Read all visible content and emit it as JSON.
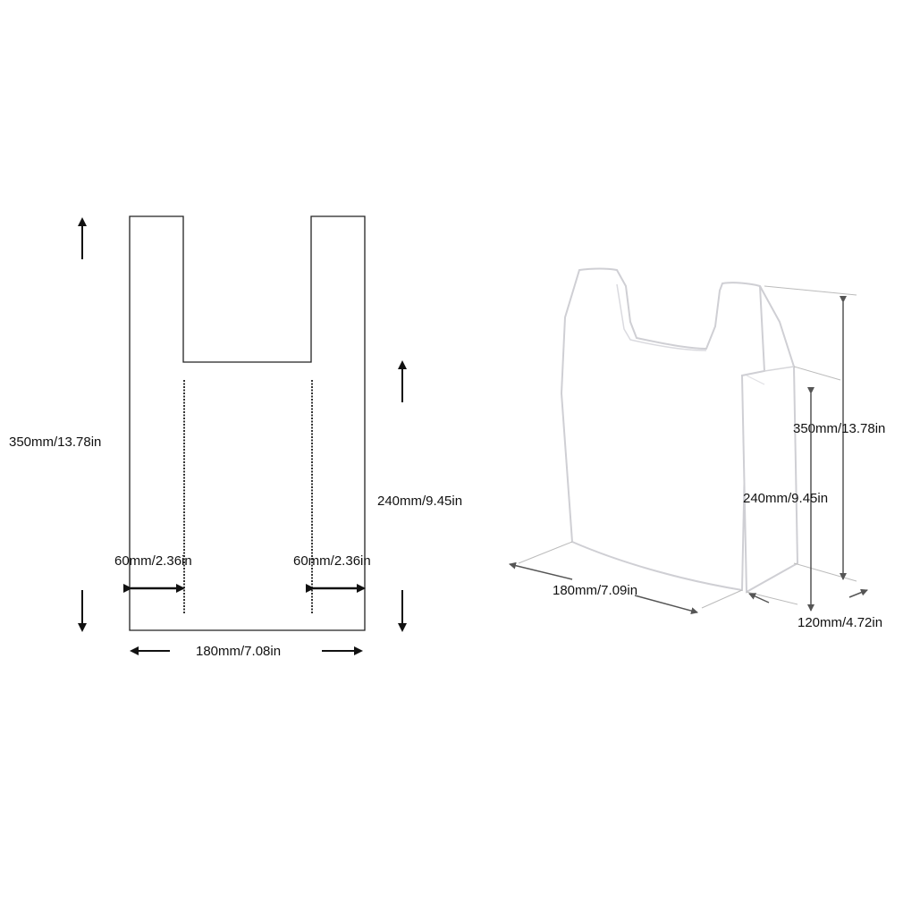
{
  "flat_view": {
    "height_label": "350mm/13.78in",
    "body_height_label": "240mm/9.45in",
    "left_handle_label": "60mm/2.36in",
    "right_handle_label": "60mm/2.36in",
    "width_label": "180mm/7.08in"
  },
  "iso_view": {
    "height_label": "350mm/13.78in",
    "body_height_label": "240mm/9.45in",
    "width_label": "180mm/7.09in",
    "depth_label": "120mm/4.72in"
  },
  "colors": {
    "outline": "#222222",
    "bag_outline": "#d4d4d8",
    "dim_line": "#444444",
    "text": "#111111"
  }
}
